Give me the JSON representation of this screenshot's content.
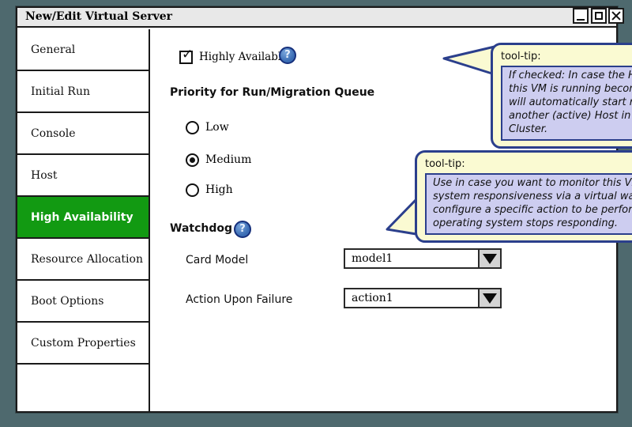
{
  "window": {
    "title": "New/Edit Virtual Server",
    "controls": [
      {
        "name": "minimize"
      },
      {
        "name": "maximize"
      },
      {
        "name": "close"
      }
    ]
  },
  "sidebar": {
    "items": [
      {
        "label": "General",
        "selected": false
      },
      {
        "label": "Initial Run",
        "selected": false
      },
      {
        "label": "Console",
        "selected": false
      },
      {
        "label": "Host",
        "selected": false
      },
      {
        "label": "High Availability",
        "selected": true
      },
      {
        "label": "Resource Allocation",
        "selected": false
      },
      {
        "label": "Boot Options",
        "selected": false
      },
      {
        "label": "Custom Properties",
        "selected": false
      }
    ]
  },
  "content": {
    "highly_available": {
      "label": "Highly Available",
      "checked": true,
      "help_icon": "question-mark"
    },
    "priority": {
      "heading": "Priority for Run/Migration Queue",
      "options": [
        {
          "label": "Low",
          "selected": false
        },
        {
          "label": "Medium",
          "selected": true
        },
        {
          "label": "High",
          "selected": false
        }
      ]
    },
    "watchdog": {
      "heading": "Watchdog",
      "help_icon": "question-mark",
      "fields": [
        {
          "label": "Card Model",
          "value": "model1"
        },
        {
          "label": "Action Upon Failure",
          "value": "action1"
        }
      ]
    }
  },
  "tooltips": [
    {
      "title": "tool-tip:",
      "body": "If checked: In case the Host on which this VM is running becomes inactive, VM will automatically start running on another (active) Host in the same Cluster."
    },
    {
      "title": "tool-tip:",
      "body": "Use in case you want to monitor this VM's operating system responsiveness via a virtual watchdog card and configure a specific action to be performed in case the operating system stops responding."
    }
  ],
  "colors": {
    "desktop-bg": "#4e696e",
    "titlebar-bg": "#e8e8e8",
    "selected-green": "#129a12",
    "balloon-fill": "#fafad2",
    "balloon-border": "#2b3f8c",
    "note-fill": "#cdcdf0",
    "help-blue": "#3a6cb4",
    "dropdown-button": "#d4d4d4"
  }
}
